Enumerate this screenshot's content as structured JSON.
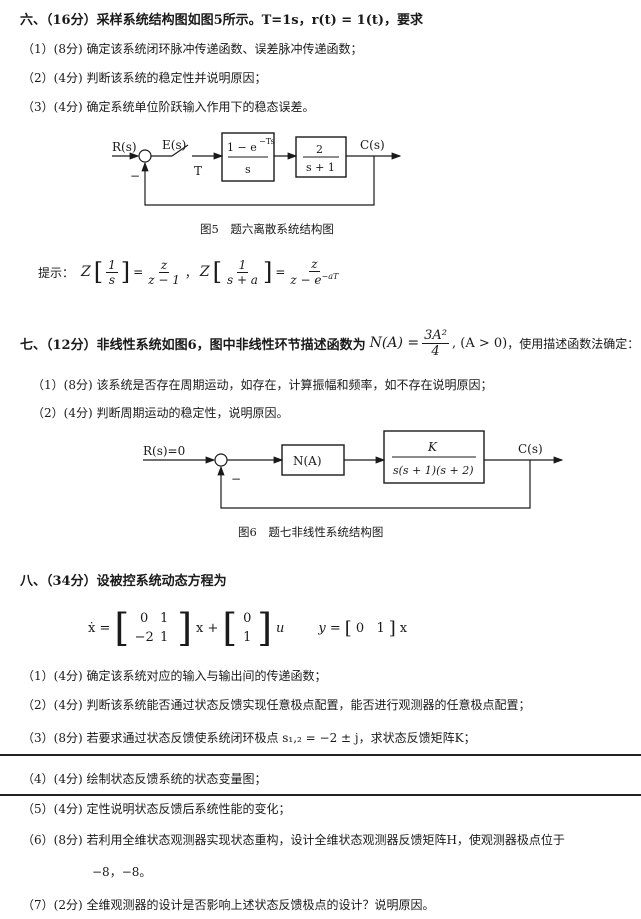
{
  "q6": {
    "header": "六、（16分）采样系统结构图如图5所示。T=1s，r(t) = 1(t)，要求",
    "items": [
      "（1）(8分) 确定该系统闭环脉冲传递函数、误差脉冲传递函数；",
      "（2）(4分) 判断该系统的稳定性并说明原因；",
      "（3）(4分) 确定系统单位阶跃输入作用下的稳态误差。"
    ],
    "diagram": {
      "input": "R(s)",
      "error": "E(s)",
      "sampler": "T",
      "block1_num": "1 − e",
      "block1_exp": "−Ts",
      "block1_den": "s",
      "block2_num": "2",
      "block2_den": "s + 1",
      "output": "C(s)",
      "feedback_sign": "−"
    },
    "caption": "图5　题六离散系统结构图",
    "hint_label": "提示：",
    "hint": {
      "z": "Z",
      "f1_num": "1",
      "f1_den": "s",
      "r1_num": "z",
      "r1_den": "z − 1",
      "sep": "，",
      "f2_num": "1",
      "f2_den": "s + a",
      "r2_num": "z",
      "r2_den": "z − e",
      "r2_exp": "−aT"
    }
  },
  "q7": {
    "header_pre": "七、（12分）非线性系统如图6，图中非线性环节描述函数为",
    "formula_lhs": "N(A) =",
    "formula_num": "3A²",
    "formula_den": "4",
    "formula_cond": ", (A > 0)",
    "header_post": "，使用描述函数法确定：",
    "items": [
      "（1）(8分) 该系统是否存在周期运动，如存在，计算振幅和频率，如不存在说明原因；",
      "（2）(4分) 判断周期运动的稳定性，说明原因。"
    ],
    "diagram": {
      "input": "R(s)=0",
      "feedback_sign": "−",
      "block1": "N(A)",
      "block2_num": "K",
      "block2_den": "s(s + 1)(s + 2)",
      "output": "C(s)"
    },
    "caption": "图6　题七非线性系统结构图"
  },
  "q8": {
    "header": "八、（34分）设被控系统动态方程为",
    "eq": {
      "xdot": "ẋ =",
      "A": [
        [
          "0",
          "1"
        ],
        [
          "−2",
          "1"
        ]
      ],
      "x": "x +",
      "B": [
        "0",
        "1"
      ],
      "u": "u",
      "y": "y =",
      "C": "0   1",
      "x2": "x"
    },
    "items": [
      "（1）(4分) 确定该系统对应的输入与输出间的传递函数；",
      "（2）(4分) 判断该系统能否通过状态反馈实现任意极点配置，能否进行观测器的任意极点配置；",
      "（3）(8分) 若要求通过状态反馈使系统闭环极点 s₁,₂ = −2 ± j，求状态反馈矩阵K；",
      "（4）(4分) 绘制状态反馈系统的状态变量图；",
      "（5）(4分) 定性说明状态反馈后系统性能的变化；",
      "（6）(8分) 若利用全维状态观测器实现状态重构，设计全维状态观测器反馈矩阵H，使观测器极点位于",
      "−8，−8。",
      "（7）(2分) 全维观测器的设计是否影响上述状态反馈极点的设计？说明原因。"
    ]
  }
}
